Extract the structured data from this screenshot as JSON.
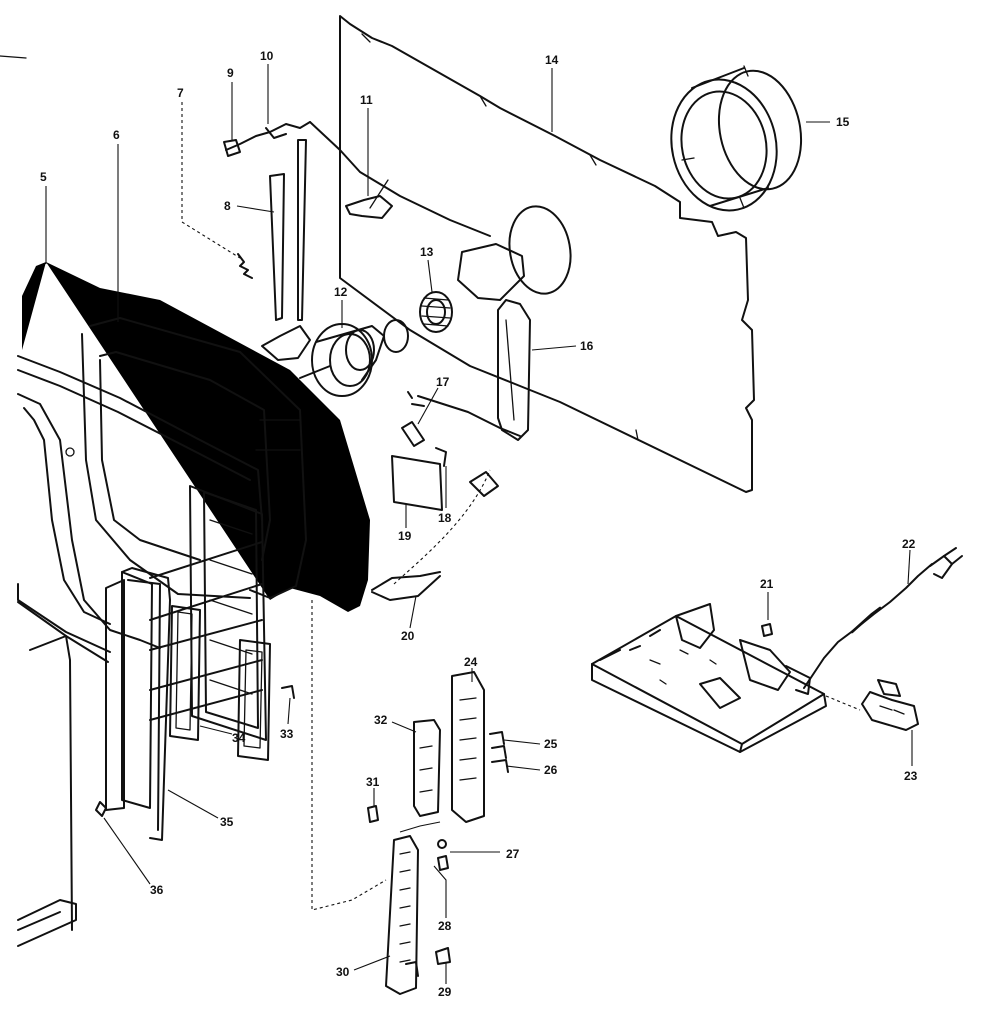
{
  "callouts": [
    "5",
    "6",
    "7",
    "8",
    "9",
    "10",
    "11",
    "12",
    "13",
    "14",
    "15",
    "16",
    "17",
    "18",
    "19",
    "20",
    "21",
    "22",
    "23",
    "24",
    "25",
    "26",
    "27",
    "28",
    "29",
    "30",
    "31",
    "32",
    "33",
    "34",
    "35",
    "36"
  ],
  "colors": {
    "line": "#111111",
    "background": "#ffffff"
  }
}
